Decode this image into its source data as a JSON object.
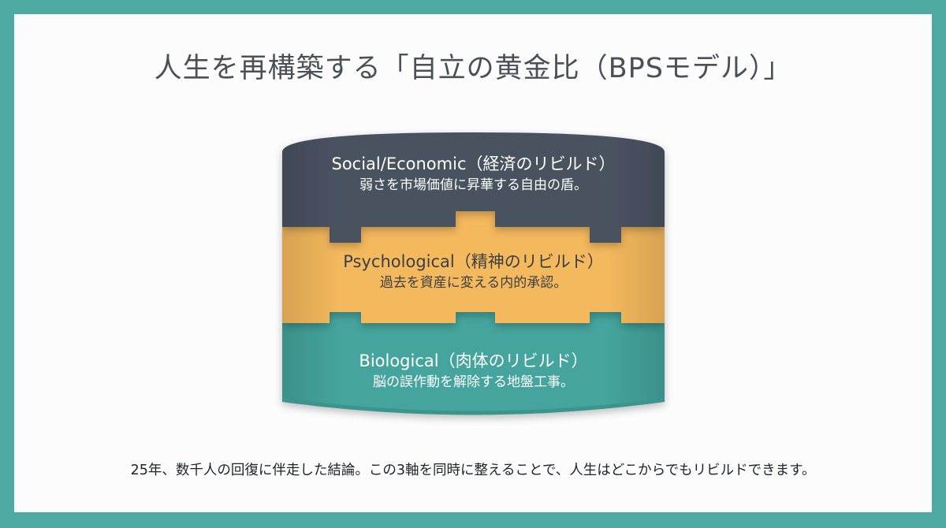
{
  "title": "人生を再構築する「自立の黄金比（BPSモデル）」",
  "layers": [
    {
      "heading": "Social/Economic（経済のリビルド）",
      "text": "弱さを市場価値に昇華する自由の盾。",
      "color": "#4a5261"
    },
    {
      "heading": "Psychological（精神のリビルド）",
      "text": "過去を資産に変える内的承認。",
      "color": "#f4b85d"
    },
    {
      "heading": "Biological（肉体のリビルド）",
      "text": "脳の誤作動を解除する地盤工事。",
      "color": "#3f9e98"
    }
  ],
  "footer": "25年、数千人の回復に伴走した結論。この3軸を同時に整えることで、人生はどこからでもリビルドできます。"
}
